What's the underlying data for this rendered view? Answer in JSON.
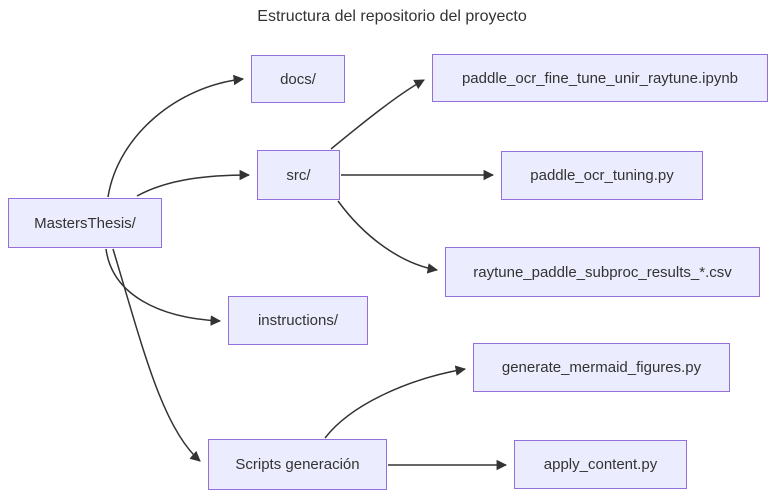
{
  "diagram": {
    "title": "Estructura del repositorio del proyecto",
    "type": "flowchart-left-to-right",
    "colors": {
      "node_fill": "#ECECFF",
      "node_border": "#9370DB",
      "edge_stroke": "#333333",
      "text": "#333333",
      "background": "#ffffff"
    },
    "nodes": {
      "root": {
        "label": "MastersThesis/"
      },
      "docs": {
        "label": "docs/"
      },
      "src": {
        "label": "src/"
      },
      "instructions": {
        "label": "instructions/"
      },
      "scripts": {
        "label": "Scripts generación"
      },
      "ipynb": {
        "label": "paddle_ocr_fine_tune_unir_raytune.ipynb"
      },
      "tuning": {
        "label": "paddle_ocr_tuning.py"
      },
      "csv": {
        "label": "raytune_paddle_subproc_results_*.csv"
      },
      "mermaid_fig": {
        "label": "generate_mermaid_figures.py"
      },
      "apply": {
        "label": "apply_content.py"
      }
    },
    "edges": [
      {
        "from": "root",
        "to": "docs"
      },
      {
        "from": "root",
        "to": "src"
      },
      {
        "from": "root",
        "to": "instructions"
      },
      {
        "from": "root",
        "to": "scripts"
      },
      {
        "from": "src",
        "to": "ipynb"
      },
      {
        "from": "src",
        "to": "tuning"
      },
      {
        "from": "src",
        "to": "csv"
      },
      {
        "from": "scripts",
        "to": "mermaid_fig"
      },
      {
        "from": "scripts",
        "to": "apply"
      }
    ]
  }
}
